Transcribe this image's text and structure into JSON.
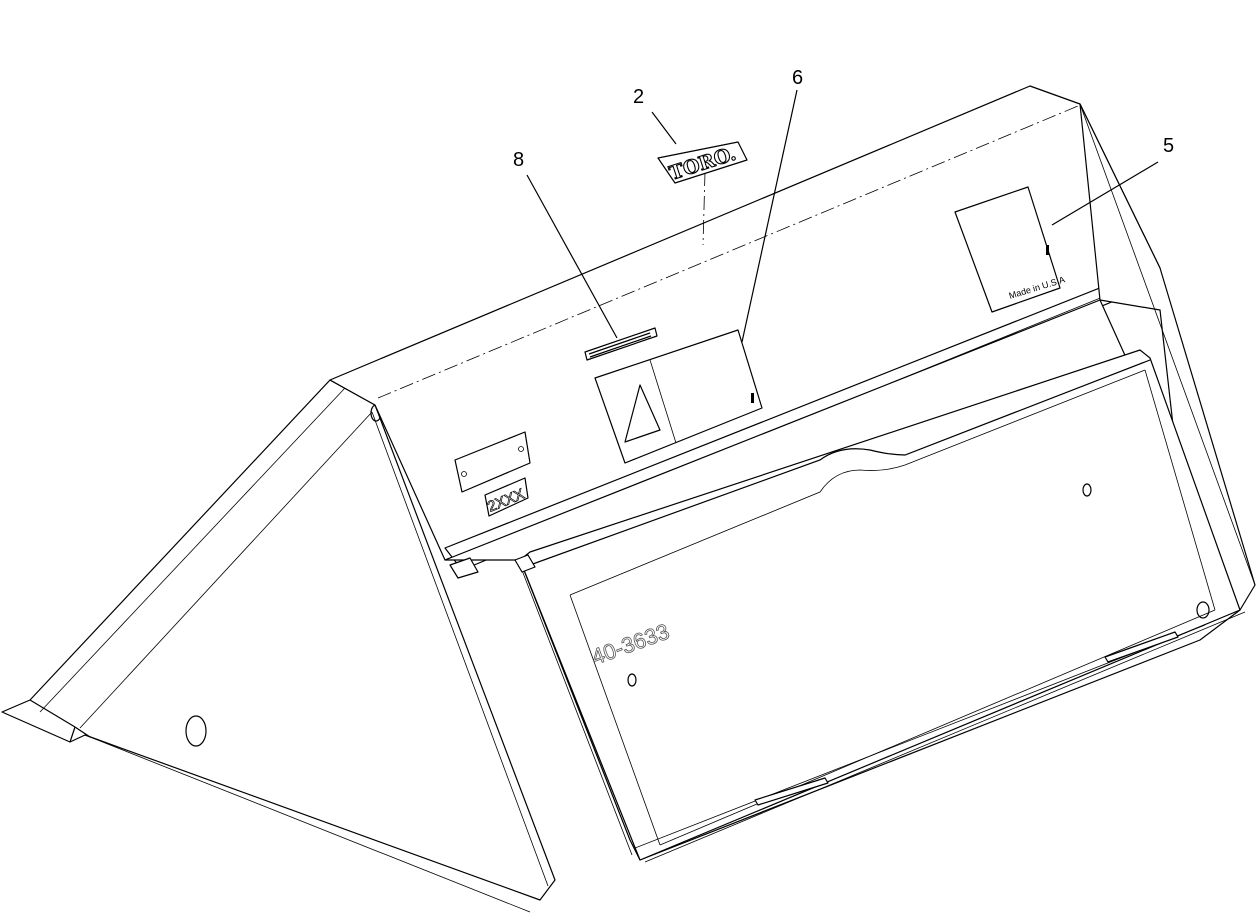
{
  "callouts": [
    {
      "number": "2"
    },
    {
      "number": "6"
    },
    {
      "number": "8"
    },
    {
      "number": "5"
    }
  ],
  "decals": {
    "brand_logo": "TORO.",
    "origin_label": "Made in U.S.A",
    "model_plate": "2XXX"
  },
  "part_number": "40-3633"
}
